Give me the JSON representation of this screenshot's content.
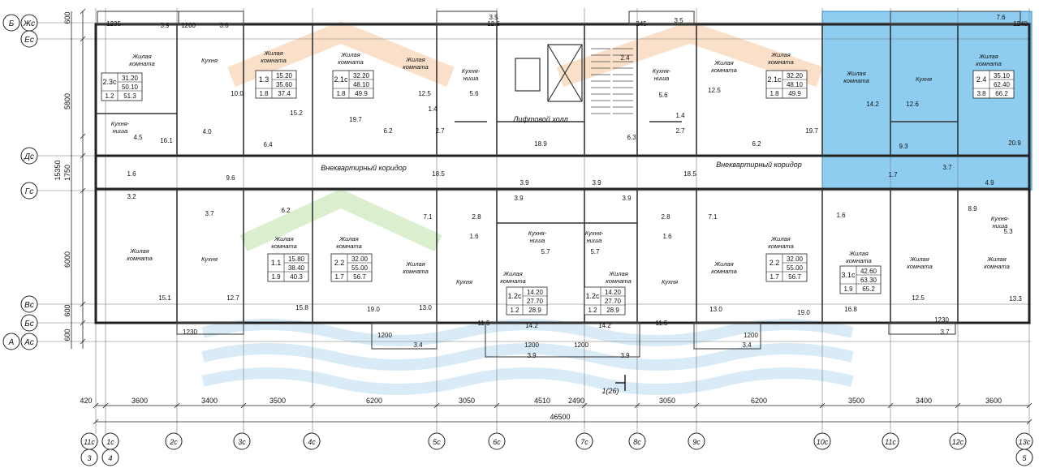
{
  "colors": {
    "wall": "#222222",
    "line": "#444444",
    "highlight": "#8ecdf0",
    "highlight_edge": "#2a8fd0",
    "watermark_orange": "#f5c79a",
    "watermark_green": "#bfe3a8",
    "watermark_blue": "#b9dcf2"
  },
  "axes_left": [
    {
      "id": "axis-zhs",
      "labels": [
        "Б",
        "Жс"
      ]
    },
    {
      "id": "axis-es",
      "labels": [
        "Ес"
      ]
    },
    {
      "id": "axis-ds",
      "labels": [
        "Дс"
      ]
    },
    {
      "id": "axis-gs",
      "labels": [
        "Гс"
      ]
    },
    {
      "id": "axis-vs",
      "labels": [
        "Вс"
      ]
    },
    {
      "id": "axis-bs",
      "labels": [
        "Бс"
      ]
    },
    {
      "id": "axis-as",
      "labels": [
        "А",
        "Ас"
      ]
    }
  ],
  "axes_bottom": [
    {
      "labels": [
        "11с",
        "3"
      ]
    },
    {
      "labels": [
        "1с",
        "4"
      ]
    },
    {
      "labels": [
        "2с"
      ]
    },
    {
      "labels": [
        "3с"
      ]
    },
    {
      "labels": [
        "4с"
      ]
    },
    {
      "labels": [
        "5с"
      ]
    },
    {
      "labels": [
        "6с"
      ]
    },
    {
      "labels": [
        "7с"
      ]
    },
    {
      "labels": [
        "8с"
      ]
    },
    {
      "labels": [
        "9с"
      ]
    },
    {
      "labels": [
        "10с"
      ]
    },
    {
      "labels": [
        "11с"
      ]
    },
    {
      "labels": [
        "12с"
      ]
    },
    {
      "labels": [
        "13с",
        "5"
      ]
    }
  ],
  "vertical_dims": {
    "d1": "600",
    "d2": "5800",
    "d3": "1750",
    "d4": "6000",
    "d5": "600",
    "d6": "600",
    "total": "15350"
  },
  "bottom_dims": [
    "420",
    "3600",
    "3400",
    "3500",
    "6200",
    "3050",
    "4510",
    "2490",
    "3050",
    "6200",
    "3500",
    "3400",
    "3600"
  ],
  "total_dim": "46500",
  "section_mark": "1(26)",
  "labels": {
    "lift_hall": "Лифтовой холл",
    "corridor_left": "Внеквартирный коридор",
    "corridor_right": "Внеквартирный коридор",
    "living_room": "Жилая комната",
    "kitchen": "Кухня",
    "kitchen_niche": "Кухня-ниша"
  },
  "apartment_tables": [
    {
      "type": "2.3с",
      "a": "31.20",
      "b": "50.10",
      "k": "1.2",
      "c": "51.3"
    },
    {
      "type": "1.3",
      "a": "15.20",
      "b": "35.60",
      "k": "1.8",
      "c": "37.4"
    },
    {
      "type": "2.1с",
      "a": "32.20",
      "b": "48.10",
      "k": "1.8",
      "c": "49.9"
    },
    {
      "type": "2.1с",
      "a": "32.20",
      "b": "48.10",
      "k": "1.8",
      "c": "49.9"
    },
    {
      "type": "2.4",
      "a": "35.10",
      "b": "62.40",
      "k": "3.8",
      "c": "66.2"
    },
    {
      "type": "1.1",
      "a": "15.80",
      "b": "38.40",
      "k": "1.9",
      "c": "40.3"
    },
    {
      "type": "2.2",
      "a": "32.00",
      "b": "55.00",
      "k": "1.7",
      "c": "56.7"
    },
    {
      "type": "1.2с",
      "a": "14.20",
      "b": "27.70",
      "k": "1.2",
      "c": "28.9"
    },
    {
      "type": "1.2с",
      "a": "14.20",
      "b": "27.70",
      "k": "1.2",
      "c": "28.9"
    },
    {
      "type": "2.2",
      "a": "32.00",
      "b": "55.00",
      "k": "1.7",
      "c": "56.7"
    },
    {
      "type": "3.1с",
      "a": "42.60",
      "b": "63.30",
      "k": "1.9",
      "c": "65.2"
    }
  ],
  "room_areas": {
    "top": [
      "1235",
      "3.9",
      "1200",
      "3.6",
      "3.5",
      "12.6",
      "245",
      "3.5",
      "7.6",
      "1240",
      "10.0",
      "15.2",
      "19.7",
      "12.5",
      "5.6",
      "1.4",
      "6.2",
      "2.7",
      "18.9",
      "2.4",
      "5.6",
      "12.5",
      "1.4",
      "2.7",
      "6.3",
      "6.2",
      "19.7",
      "14.2",
      "12.6",
      "9.3",
      "20.9",
      "4.0",
      "6.4",
      "16.1",
      "4.5"
    ],
    "middle": [
      "1.6",
      "9.6",
      "18.5",
      "3.9",
      "3.9",
      "18.5",
      "1.7",
      "3.7",
      "3.2",
      "3.7",
      "6.2",
      "3.9",
      "3.9",
      "4.9",
      "2.8",
      "2.8",
      "8.9",
      "1.6",
      "1.6",
      "1.6",
      "7.1",
      "7.1",
      "5.7",
      "5.7",
      "5.3"
    ],
    "bottom": [
      "15.1",
      "12.7",
      "15.8",
      "19.0",
      "13.0",
      "11.5",
      "14.2",
      "14.2",
      "11.5",
      "13.0",
      "19.0",
      "16.8",
      "12.5",
      "13.3",
      "1230",
      "1200",
      "3.4",
      "1200",
      "1200",
      "3.9",
      "3.9",
      "1200",
      "3.4",
      "1230",
      "3.7"
    ]
  }
}
